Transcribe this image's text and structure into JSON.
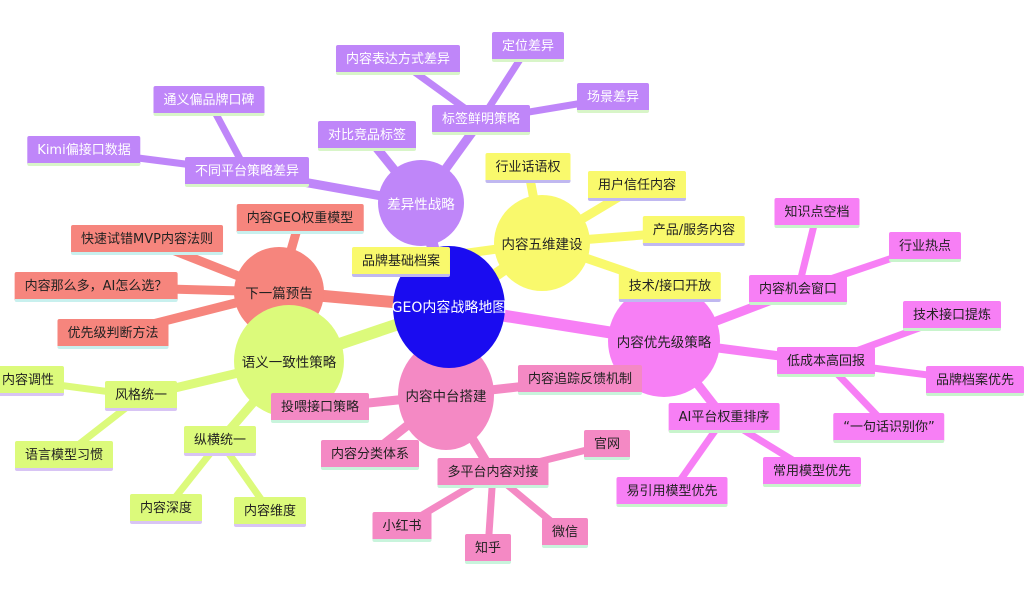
{
  "title": "GEO内容战略地图",
  "colors": {
    "center": "#1a0cf0",
    "purple": "#bf86f9",
    "yellow": "#f9f96c",
    "salmon": "#f6857d",
    "lime": "#dcfa7b",
    "pink": "#f489c4",
    "magenta": "#f77ff5"
  },
  "branches": [
    {
      "label": "差异性战略",
      "children": [
        {
          "label": "标签鲜明策略",
          "children": [
            {
              "label": "内容表达方式差异"
            },
            {
              "label": "定位差异"
            },
            {
              "label": "场景差异"
            }
          ]
        },
        {
          "label": "对比竞品标签"
        },
        {
          "label": "不同平台策略差异",
          "children": [
            {
              "label": "通义偏品牌口碑"
            },
            {
              "label": "Kimi偏接口数据"
            }
          ]
        }
      ]
    },
    {
      "label": "内容五维建设",
      "children": [
        {
          "label": "行业话语权"
        },
        {
          "label": "用户信任内容"
        },
        {
          "label": "产品/服务内容"
        },
        {
          "label": "技术/接口开放"
        },
        {
          "label": "品牌基础档案"
        }
      ]
    },
    {
      "label": "下一篇预告",
      "children": [
        {
          "label": "内容GEO权重模型"
        },
        {
          "label": "快速试错MVP内容法则"
        },
        {
          "label": "内容那么多，AI怎么选？"
        },
        {
          "label": "优先级判断方法"
        }
      ]
    },
    {
      "label": "语义一致性策略",
      "children": [
        {
          "label": "风格统一",
          "children": [
            {
              "label": "内容调性"
            },
            {
              "label": "语言模型习惯"
            }
          ]
        },
        {
          "label": "纵横统一",
          "children": [
            {
              "label": "内容深度"
            },
            {
              "label": "内容维度"
            }
          ]
        }
      ]
    },
    {
      "label": "内容中台搭建",
      "children": [
        {
          "label": "内容追踪反馈机制"
        },
        {
          "label": "投喂接口策略"
        },
        {
          "label": "内容分类体系"
        },
        {
          "label": "多平台内容对接",
          "children": [
            {
              "label": "官网"
            },
            {
              "label": "小红书"
            },
            {
              "label": "知乎"
            },
            {
              "label": "微信"
            }
          ]
        }
      ]
    },
    {
      "label": "内容优先级策略",
      "children": [
        {
          "label": "内容机会窗口",
          "children": [
            {
              "label": "知识点空档"
            },
            {
              "label": "行业热点"
            }
          ]
        },
        {
          "label": "低成本高回报",
          "children": [
            {
              "label": "技术接口提炼"
            },
            {
              "label": "品牌档案优先"
            },
            {
              "label": "“一句话识别你”"
            }
          ]
        },
        {
          "label": "AI平台权重排序",
          "children": [
            {
              "label": "易引用模型优先"
            },
            {
              "label": "常用模型优先"
            }
          ]
        }
      ]
    }
  ]
}
